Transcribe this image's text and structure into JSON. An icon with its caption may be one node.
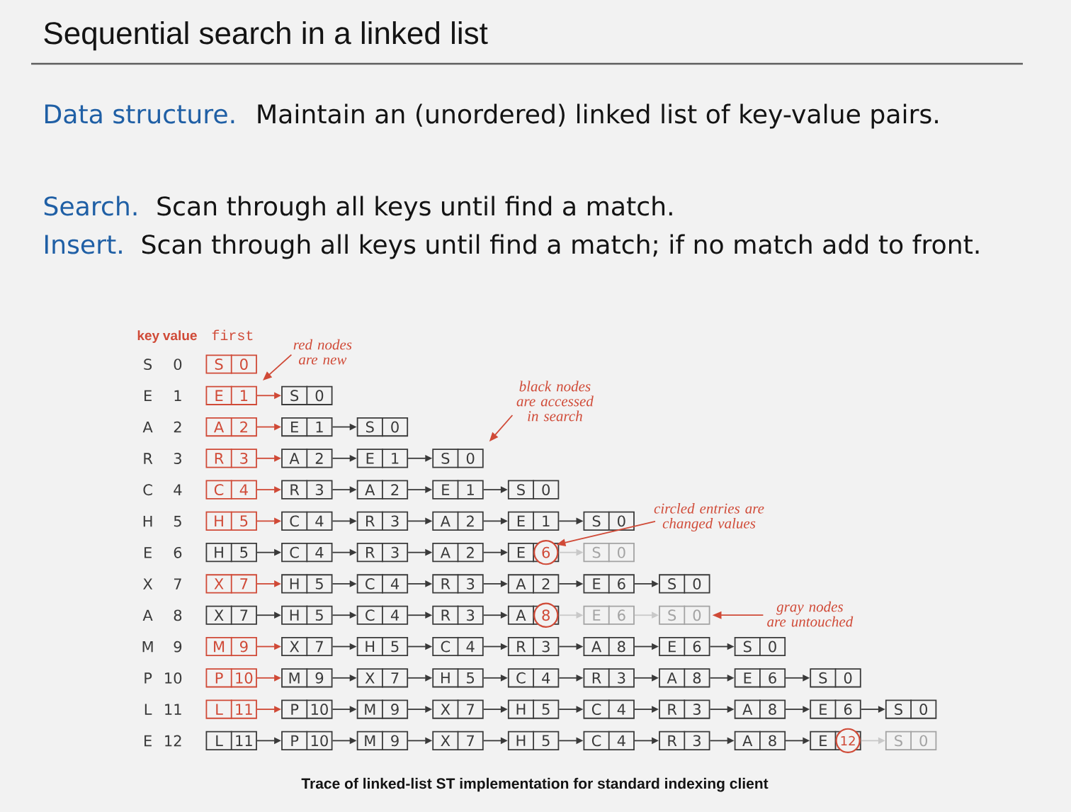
{
  "diagram": {
    "title": "Sequential search in a linked list",
    "caption": "Trace of linked-list ST implementation for standard indexing client",
    "nodes": [
      {
        "text": [
          "S",
          "0"
        ]
      },
      {
        "text": [
          "E",
          "1"
        ]
      },
      {
        "text": [
          "S",
          "0"
        ]
      },
      {
        "text": [
          "A",
          "2"
        ]
      },
      {
        "text": [
          "E",
          "1"
        ]
      },
      {
        "text": [
          "S",
          "0"
        ]
      },
      {
        "text": [
          "R",
          "3"
        ]
      },
      {
        "text": [
          "A",
          "2"
        ]
      },
      {
        "text": [
          "E",
          "1"
        ]
      },
      {
        "text": [
          "S",
          "0"
        ]
      },
      {
        "text": [
          "C",
          "4"
        ]
      },
      {
        "text": [
          "R",
          "3"
        ]
      },
      {
        "text": [
          "A",
          "2"
        ]
      },
      {
        "text": [
          "E",
          "1"
        ]
      },
      {
        "text": [
          "S",
          "0"
        ]
      },
      {
        "text": [
          "H",
          "5"
        ]
      },
      {
        "text": [
          "C",
          "4"
        ]
      },
      {
        "text": [
          "R",
          "3"
        ]
      },
      {
        "text": [
          "A",
          "2"
        ]
      },
      {
        "text": [
          "E",
          "1"
        ]
      },
      {
        "text": [
          "S",
          "0"
        ]
      },
      {
        "text": [
          "H",
          "5"
        ]
      },
      {
        "text": [
          "C",
          "4"
        ]
      },
      {
        "text": [
          "R",
          "3"
        ]
      },
      {
        "text": [
          "A",
          "2"
        ]
      },
      {
        "text": [
          "E",
          "6"
        ]
      },
      {
        "text": [
          "S",
          "0"
        ]
      },
      {
        "text": [
          "X",
          "7"
        ]
      },
      {
        "text": [
          "H",
          "5"
        ]
      },
      {
        "text": [
          "C",
          "4"
        ]
      },
      {
        "text": [
          "R",
          "3"
        ]
      },
      {
        "text": [
          "A",
          "2"
        ]
      },
      {
        "text": [
          "E",
          "6"
        ]
      },
      {
        "text": [
          "S",
          "0"
        ]
      },
      {
        "text": [
          "X",
          "7"
        ]
      },
      {
        "text": [
          "H",
          "5"
        ]
      },
      {
        "text": [
          "C",
          "4"
        ]
      },
      {
        "text": [
          "R",
          "3"
        ]
      },
      {
        "text": [
          "A",
          "8"
        ]
      },
      {
        "text": [
          "E",
          "6"
        ]
      },
      {
        "text": [
          "S",
          "0"
        ]
      },
      {
        "text": [
          "M",
          "9"
        ]
      },
      {
        "text": [
          "X",
          "7"
        ]
      },
      {
        "text": [
          "H",
          "5"
        ]
      },
      {
        "text": [
          "C",
          "4"
        ]
      },
      {
        "text": [
          "R",
          "3"
        ]
      },
      {
        "text": [
          "A",
          "8"
        ]
      },
      {
        "text": [
          "E",
          "6"
        ]
      },
      {
        "text": [
          "S",
          "0"
        ]
      },
      {
        "text": [
          "P",
          "10"
        ]
      },
      {
        "text": [
          "M",
          "9"
        ]
      },
      {
        "text": [
          "X",
          "7"
        ]
      },
      {
        "text": [
          "H",
          "5"
        ]
      },
      {
        "text": [
          "C",
          "4"
        ]
      },
      {
        "text": [
          "R",
          "3"
        ]
      },
      {
        "text": [
          "A",
          "8"
        ]
      },
      {
        "text": [
          "E",
          "6"
        ]
      },
      {
        "text": [
          "S",
          "0"
        ]
      },
      {
        "text": [
          "L",
          "11"
        ]
      },
      {
        "text": [
          "P",
          "10"
        ]
      },
      {
        "text": [
          "M",
          "9"
        ]
      },
      {
        "text": [
          "X",
          "7"
        ]
      },
      {
        "text": [
          "H",
          "5"
        ]
      },
      {
        "text": [
          "C",
          "4"
        ]
      },
      {
        "text": [
          "R",
          "3"
        ]
      },
      {
        "text": [
          "A",
          "8"
        ]
      },
      {
        "text": [
          "E",
          "6"
        ]
      },
      {
        "text": [
          "S",
          "0"
        ]
      },
      {
        "text": [
          "L",
          "11"
        ]
      },
      {
        "text": [
          "P",
          "10"
        ]
      },
      {
        "text": [
          "M",
          "9"
        ]
      },
      {
        "text": [
          "X",
          "7"
        ]
      },
      {
        "text": [
          "H",
          "5"
        ]
      },
      {
        "text": [
          "C",
          "4"
        ]
      },
      {
        "text": [
          "R",
          "3"
        ]
      },
      {
        "text": [
          "A",
          "8"
        ]
      },
      {
        "text": [
          "E",
          "12"
        ]
      },
      {
        "text": [
          "S",
          "0"
        ]
      },
      {
        "text": [
          "red nodes are new"
        ]
      },
      {
        "text": [
          "black nodes are accessed in search"
        ]
      },
      {
        "text": [
          "circled entries are changed values"
        ]
      },
      {
        "text": [
          "gray nodes are untouched"
        ]
      }
    ],
    "edges": [
      {
        "from": 1,
        "to": 2,
        "arrow": "to",
        "color": "#d04a37"
      },
      {
        "from": 3,
        "to": 4,
        "arrow": "to",
        "color": "#d04a37"
      },
      {
        "from": 4,
        "to": 5,
        "arrow": "to"
      },
      {
        "from": 6,
        "to": 7,
        "arrow": "to",
        "color": "#d04a37"
      },
      {
        "from": 7,
        "to": 8,
        "arrow": "to"
      },
      {
        "from": 8,
        "to": 9,
        "arrow": "to"
      },
      {
        "from": 10,
        "to": 11,
        "arrow": "to",
        "color": "#d04a37"
      },
      {
        "from": 11,
        "to": 12,
        "arrow": "to"
      },
      {
        "from": 12,
        "to": 13,
        "arrow": "to"
      },
      {
        "from": 13,
        "to": 14,
        "arrow": "to"
      },
      {
        "from": 15,
        "to": 16,
        "arrow": "to",
        "color": "#d04a37"
      },
      {
        "from": 16,
        "to": 17,
        "arrow": "to"
      },
      {
        "from": 17,
        "to": 18,
        "arrow": "to"
      },
      {
        "from": 18,
        "to": 19,
        "arrow": "to"
      },
      {
        "from": 19,
        "to": 20,
        "arrow": "to"
      },
      {
        "from": 21,
        "to": 22,
        "arrow": "to"
      },
      {
        "from": 22,
        "to": 23,
        "arrow": "to"
      },
      {
        "from": 23,
        "to": 24,
        "arrow": "to"
      },
      {
        "from": 24,
        "to": 25,
        "arrow": "to"
      },
      {
        "from": 25,
        "to": 26,
        "arrow": "to",
        "color": "#c9c9c9"
      },
      {
        "from": 27,
        "to": 28,
        "arrow": "to",
        "color": "#d04a37"
      },
      {
        "from": 28,
        "to": 29,
        "arrow": "to"
      },
      {
        "from": 29,
        "to": 30,
        "arrow": "to"
      },
      {
        "from": 30,
        "to": 31,
        "arrow": "to"
      },
      {
        "from": 31,
        "to": 32,
        "arrow": "to"
      },
      {
        "from": 32,
        "to": 33,
        "arrow": "to"
      },
      {
        "from": 34,
        "to": 35,
        "arrow": "to"
      },
      {
        "from": 35,
        "to": 36,
        "arrow": "to"
      },
      {
        "from": 36,
        "to": 37,
        "arrow": "to"
      },
      {
        "from": 37,
        "to": 38,
        "arrow": "to"
      },
      {
        "from": 38,
        "to": 39,
        "arrow": "to",
        "color": "#c9c9c9"
      },
      {
        "from": 39,
        "to": 40,
        "arrow": "to",
        "color": "#c9c9c9"
      },
      {
        "from": 41,
        "to": 42,
        "arrow": "to",
        "color": "#d04a37"
      },
      {
        "from": 42,
        "to": 43,
        "arrow": "to"
      },
      {
        "from": 43,
        "to": 44,
        "arrow": "to"
      },
      {
        "from": 44,
        "to": 45,
        "arrow": "to"
      },
      {
        "from": 45,
        "to": 46,
        "arrow": "to"
      },
      {
        "from": 46,
        "to": 47,
        "arrow": "to"
      },
      {
        "from": 47,
        "to": 48,
        "arrow": "to"
      },
      {
        "from": 49,
        "to": 50,
        "arrow": "to",
        "color": "#d04a37"
      },
      {
        "from": 50,
        "to": 51,
        "arrow": "to"
      },
      {
        "from": 51,
        "to": 52,
        "arrow": "to"
      },
      {
        "from": 52,
        "to": 53,
        "arrow": "to"
      },
      {
        "from": 53,
        "to": 54,
        "arrow": "to"
      },
      {
        "from": 54,
        "to": 55,
        "arrow": "to"
      },
      {
        "from": 55,
        "to": 56,
        "arrow": "to"
      },
      {
        "from": 56,
        "to": 57,
        "arrow": "to"
      },
      {
        "from": 58,
        "to": 59,
        "arrow": "to",
        "color": "#d04a37"
      },
      {
        "from": 59,
        "to": 60,
        "arrow": "to"
      },
      {
        "from": 60,
        "to": 61,
        "arrow": "to"
      },
      {
        "from": 61,
        "to": 62,
        "arrow": "to"
      },
      {
        "from": 62,
        "to": 63,
        "arrow": "to"
      },
      {
        "from": 63,
        "to": 64,
        "arrow": "to"
      },
      {
        "from": 64,
        "to": 65,
        "arrow": "to"
      },
      {
        "from": 65,
        "to": 66,
        "arrow": "to"
      },
      {
        "from": 66,
        "to": 67,
        "arrow": "to"
      },
      {
        "from": 68,
        "to": 69,
        "arrow": "to"
      },
      {
        "from": 69,
        "to": 70,
        "arrow": "to"
      },
      {
        "from": 70,
        "to": 71,
        "arrow": "to"
      },
      {
        "from": 71,
        "to": 72,
        "arrow": "to"
      },
      {
        "from": 72,
        "to": 73,
        "arrow": "to"
      },
      {
        "from": 73,
        "to": 74,
        "arrow": "to"
      },
      {
        "from": 74,
        "to": 75,
        "arrow": "to"
      },
      {
        "from": 75,
        "to": 76,
        "arrow": "to"
      },
      {
        "from": 76,
        "to": 77,
        "arrow": "to",
        "color": "#c9c9c9"
      },
      {
        "from": 78,
        "to": 1,
        "arrow": "to",
        "color": "#d04a37"
      },
      {
        "from": 79,
        "to": 9,
        "arrow": "to",
        "color": "#d04a37"
      },
      {
        "from": 80,
        "to": 25,
        "arrow": "to",
        "color": "#d04a37"
      },
      {
        "from": 81,
        "to": 40,
        "arrow": "to",
        "color": "#d04a37"
      }
    ],
    "labels": [
      "Data structure.",
      "Maintain an (unordered) linked list of key-value pairs.",
      "Search.",
      "Scan through all keys until find a match.",
      "Insert.",
      "Scan through all keys until find a match; if no match add to front.",
      "key",
      "value",
      "first",
      "S",
      "0",
      "E",
      "1",
      "A",
      "2",
      "R",
      "3",
      "C",
      "4",
      "H",
      "5",
      "E",
      "6",
      "X",
      "7",
      "A",
      "8",
      "M",
      "9",
      "P",
      "10",
      "L",
      "11",
      "E",
      "12"
    ]
  }
}
